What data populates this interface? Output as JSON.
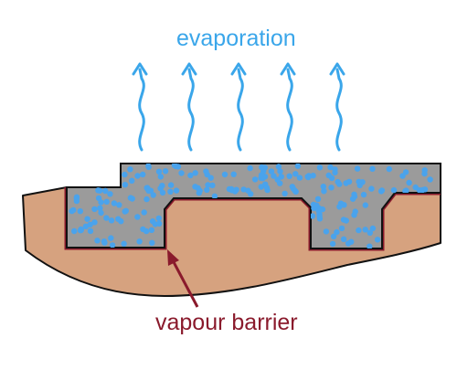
{
  "diagram": {
    "labels": {
      "evaporation": "evaporation",
      "vapour_barrier": "vapour barrier"
    },
    "colors": {
      "evaporation": "#3aa6ea",
      "vapour_barrier": "#8a1a2c",
      "soil": "#d6a27f",
      "concrete": "#9b9b9b",
      "water_dots": "#4aa3ec",
      "outline": "#111111"
    },
    "evaporation_arrow_count": 5,
    "icons": {
      "evaporation_arrow": "wavy-up-arrow",
      "pointer": "straight-arrow"
    }
  }
}
